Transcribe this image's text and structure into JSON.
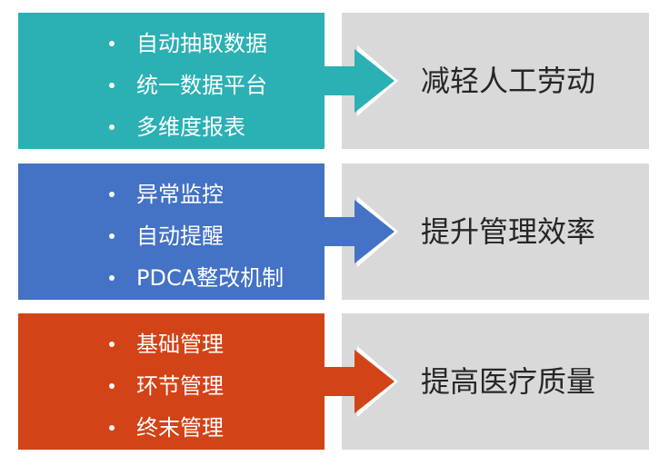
{
  "colors": {
    "teal": "#2bb0b4",
    "blue": "#4472c4",
    "orange": "#d24317",
    "gray": "#d9d9d9",
    "text_dark": "#262626"
  },
  "rows": [
    {
      "color_key": "teal",
      "bullets": [
        "自动抽取数据",
        "统一数据平台",
        "多维度报表"
      ],
      "outcome": "减轻人工劳动"
    },
    {
      "color_key": "blue",
      "bullets": [
        "异常监控",
        "自动提醒",
        "PDCA整改机制"
      ],
      "outcome": "提升管理效率"
    },
    {
      "color_key": "orange",
      "bullets": [
        "基础管理",
        "环节管理",
        "终末管理"
      ],
      "outcome": "提高医疗质量"
    }
  ],
  "icons": {
    "bullet": "bullet-dot-icon",
    "arrow": "right-arrow-icon"
  }
}
